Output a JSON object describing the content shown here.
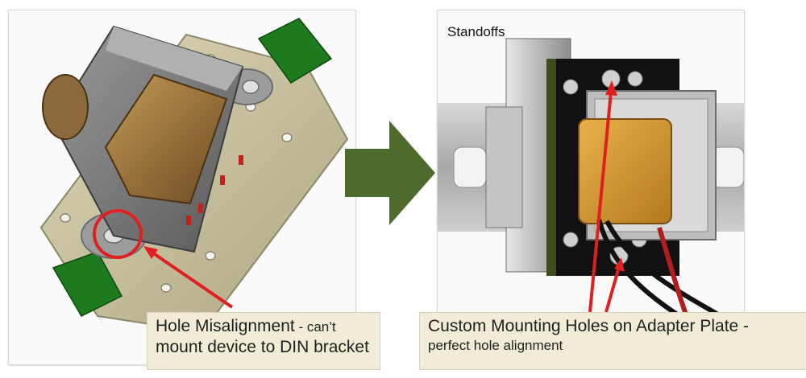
{
  "left_callout": {
    "line1_main": "Hole Misalignment",
    "line1_suffix": " - can’t",
    "line2": "mount device to DIN bracket"
  },
  "right_callout": {
    "line1": "Custom Mounting Holes on Adapter Plate -",
    "line2": "perfect hole alignment"
  },
  "standoffs_label": "Standoffs",
  "colors": {
    "arrow": "#4e6b2e",
    "callout_bg": "#f0ecd8",
    "annotation_red": "#e02020",
    "bracket_beige": "#c9c2a0",
    "clip_green": "#1d7a1d"
  }
}
